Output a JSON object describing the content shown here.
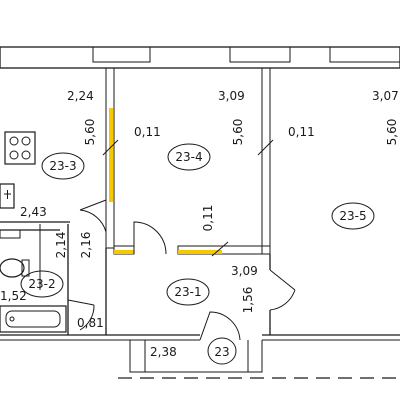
{
  "plan": {
    "rooms": [
      {
        "id": "room-23-3",
        "label": "23-3"
      },
      {
        "id": "room-23-4",
        "label": "23-4"
      },
      {
        "id": "room-23-5",
        "label": "23-5"
      },
      {
        "id": "room-23-2",
        "label": "23-2"
      },
      {
        "id": "room-23-1",
        "label": "23-1"
      },
      {
        "id": "room-23",
        "label": "23"
      }
    ],
    "dimensions": {
      "kitchen_width": "2,24",
      "kitchen_length": "5,60",
      "room4_width": "3,09",
      "room4_length": "5,60",
      "room5_width": "3,07",
      "room5_length": "5,60",
      "wall_a": "0,11",
      "wall_b": "0,11",
      "wall_c": "0,11",
      "corridor_width": "2,43",
      "bath_a": "2,14",
      "bath_b": "2,16",
      "bath_c": "1,52",
      "bath_d": "0,81",
      "hall_width": "3,09",
      "hall_length": "1,56",
      "entry_width": "2,38"
    }
  }
}
